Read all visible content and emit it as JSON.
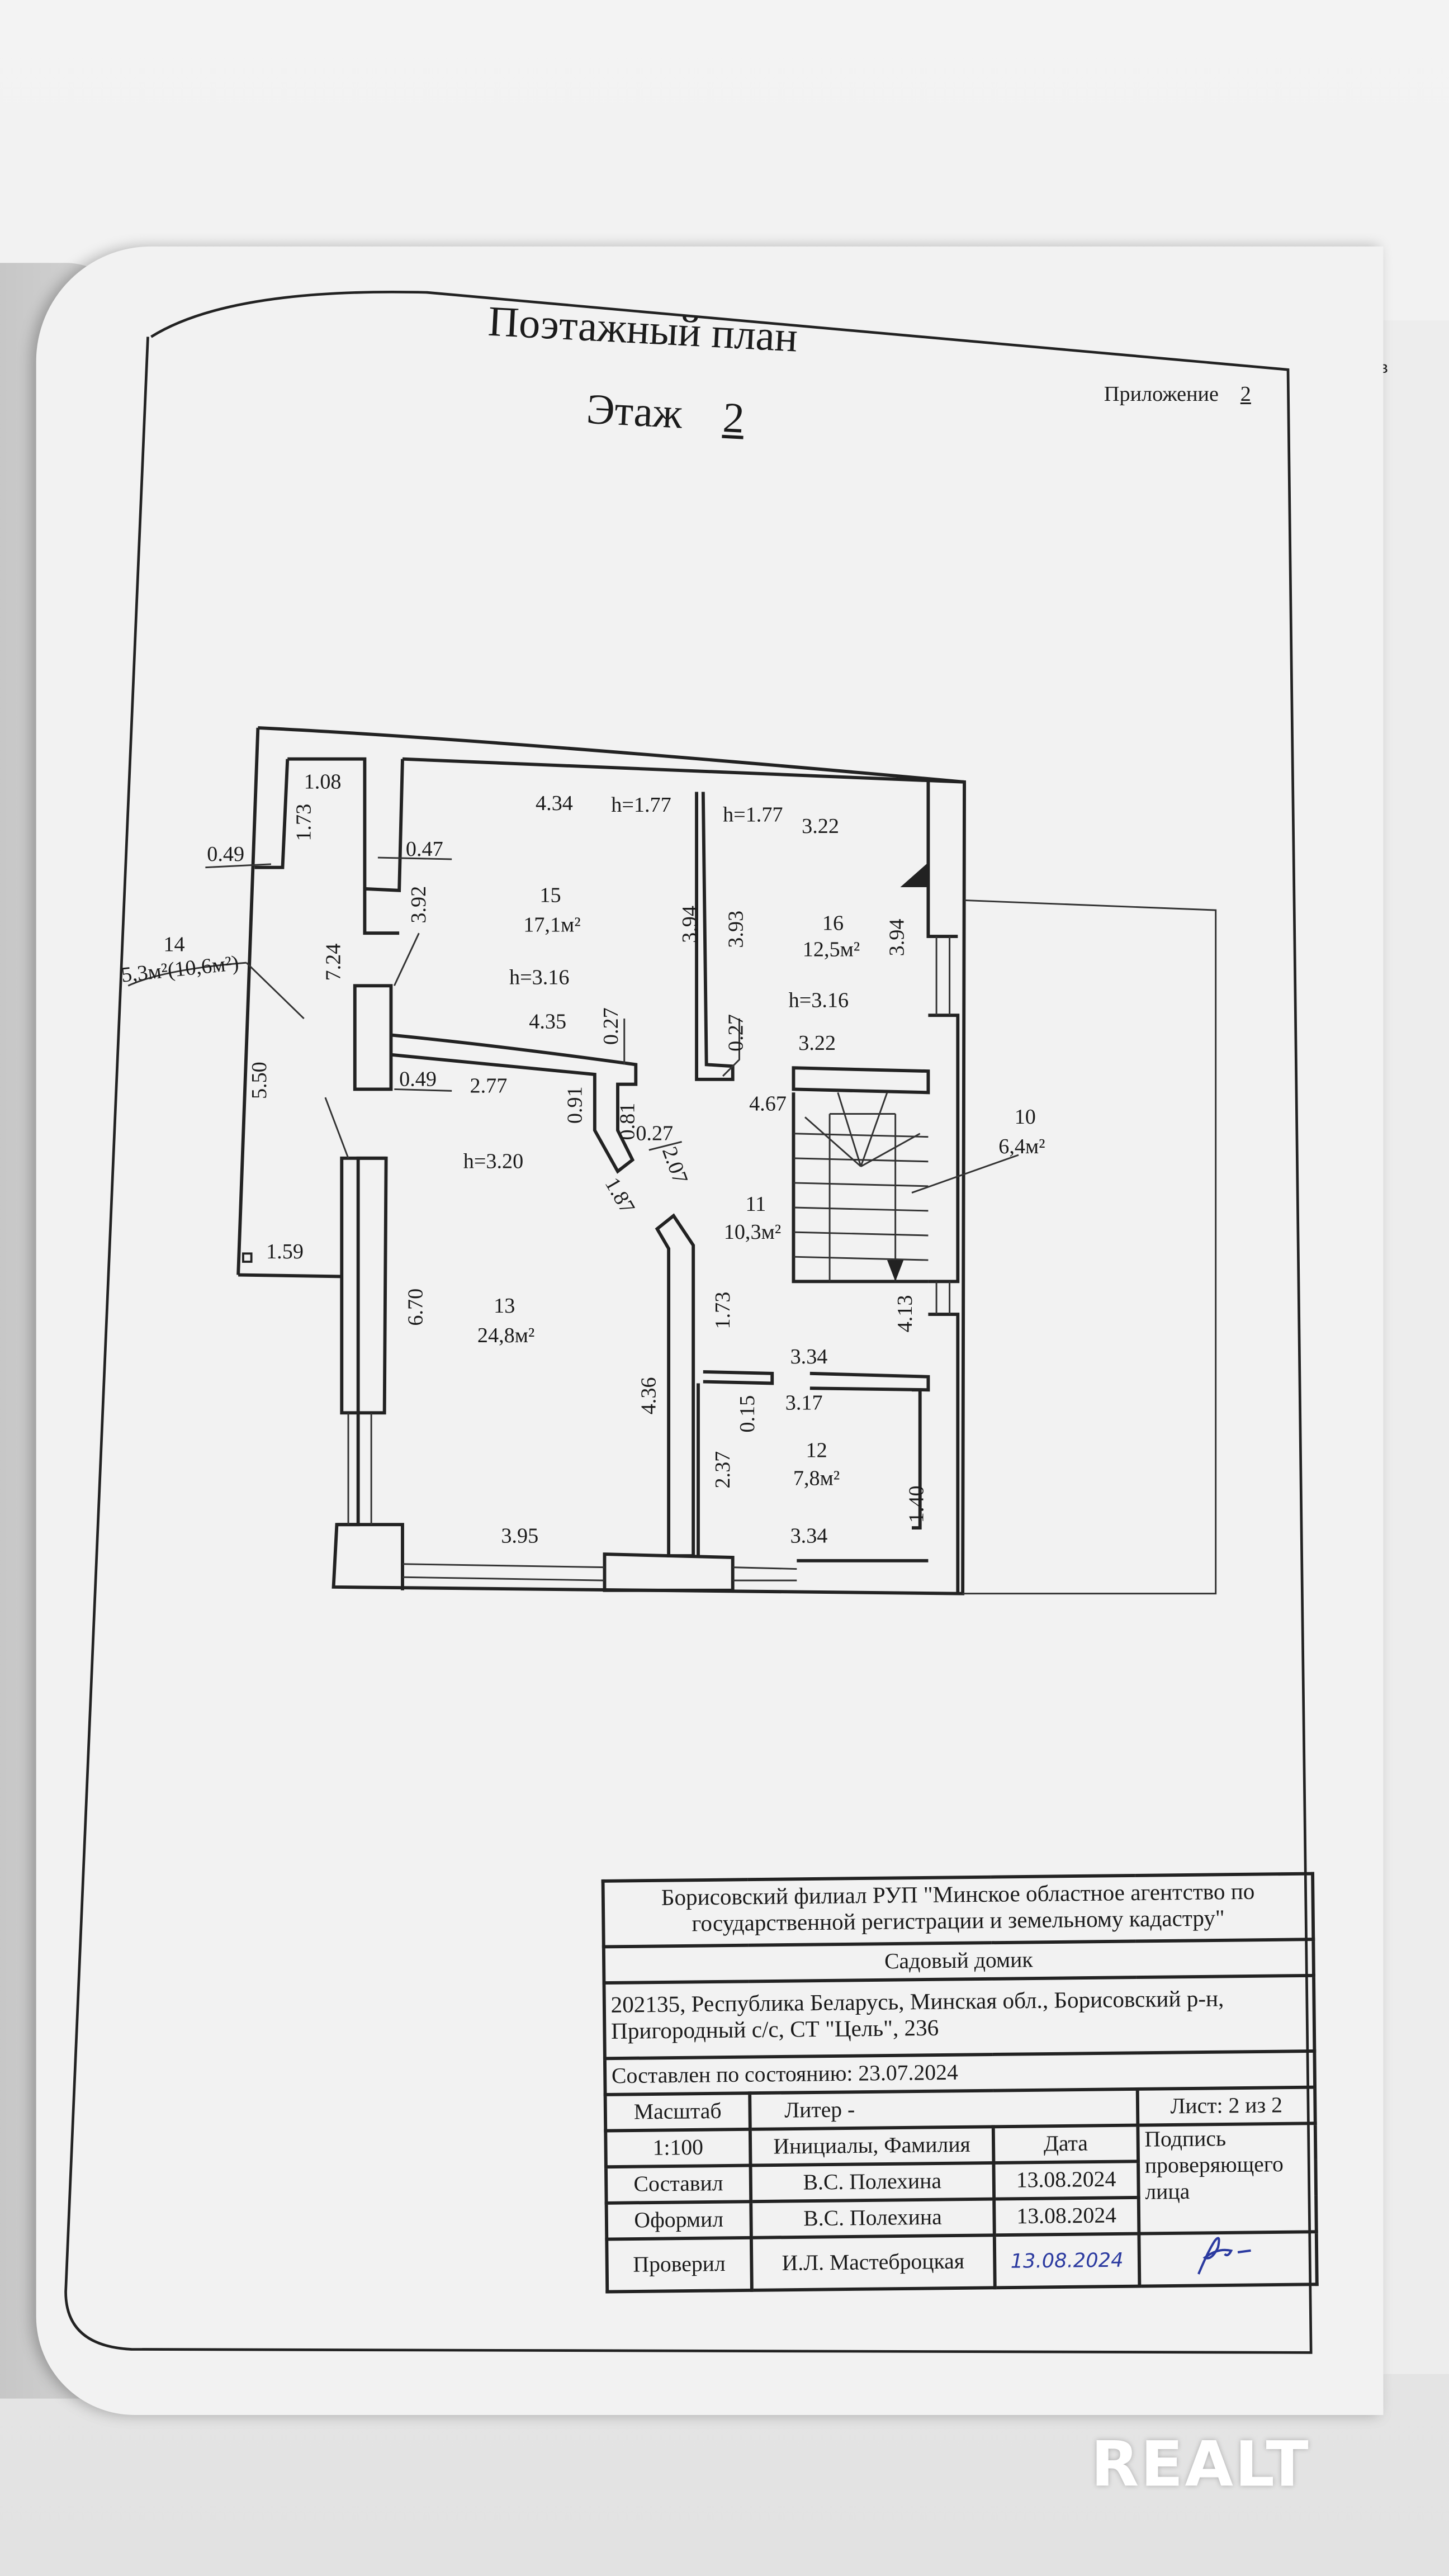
{
  "header": {
    "title": "Поэтажный план",
    "floor_label": "Этаж",
    "floor_number": "2",
    "appendix_label": "Приложение",
    "appendix_number": "2",
    "edge_text": "ов"
  },
  "plan": {
    "rooms": [
      {
        "num": "15",
        "area": "17,1м²"
      },
      {
        "num": "16",
        "area": "12,5м²"
      },
      {
        "num": "14",
        "area": "5,3м²(10,6м²)"
      },
      {
        "num": "10",
        "area": "6,4м²"
      },
      {
        "num": "11",
        "area": "10,3м²"
      },
      {
        "num": "13",
        "area": "24,8м²"
      },
      {
        "num": "12",
        "area": "7,8м²"
      }
    ],
    "dims": {
      "d434": "4.34",
      "h177a": "h=1.77",
      "h177b": "h=1.77",
      "d322a": "3.22",
      "d047": "0.47",
      "d108": "1.08",
      "d173a": "1.73",
      "d049a": "0.49",
      "d392": "3.92",
      "d394a": "3.94",
      "d393": "3.93",
      "d394b": "3.94",
      "d724": "7.24",
      "h316a": "h=3.16",
      "h316b": "h=3.16",
      "d435": "4.35",
      "d027a": "0.27",
      "d027b": "0.27",
      "d322b": "3.22",
      "d550": "5.50",
      "d049b": "0.49",
      "d277": "2.77",
      "d091": "0.91",
      "d081": "0.81",
      "d467": "4.67",
      "d027c": "0.27",
      "h320": "h=3.20",
      "d207": "2.07",
      "d187": "1.87",
      "d159": "1.59",
      "d670": "6.70",
      "d173b": "1.73",
      "d413": "4.13",
      "d334a": "3.34",
      "d436": "4.36",
      "d015": "0.15",
      "d317": "3.17",
      "d237": "2.37",
      "d140": "1.40",
      "d395": "3.95",
      "d334b": "3.34"
    }
  },
  "stamp": {
    "org": "Борисовский филиал РУП \"Минское областное агентство по государственной регистрации и земельному кадастру\"",
    "object": "Садовый домик",
    "address": "202135, Республика Беларусь, Минская обл., Борисовский р-н, Пригородный с/с, СТ \"Цель\", 236",
    "state_date": "Составлен по состоянию: 23.07.2024",
    "scale_label": "Масштаб",
    "scale_value": "1:100",
    "liter": "Литер -",
    "sheet": "Лист: 2 из 2",
    "names_header": "Инициалы, Фамилия",
    "date_header": "Дата",
    "signature_header": "Подпись проверяющего лица",
    "rows": [
      {
        "role": "Составил",
        "name": "В.С. Полехина",
        "date": "13.08.2024"
      },
      {
        "role": "Оформил",
        "name": "В.С. Полехина",
        "date": "13.08.2024"
      },
      {
        "role": "Проверил",
        "name": "И.Л. Мастеброцкая",
        "date": "13.08.2024"
      }
    ]
  },
  "watermark": {
    "logo_text": "REALT"
  }
}
